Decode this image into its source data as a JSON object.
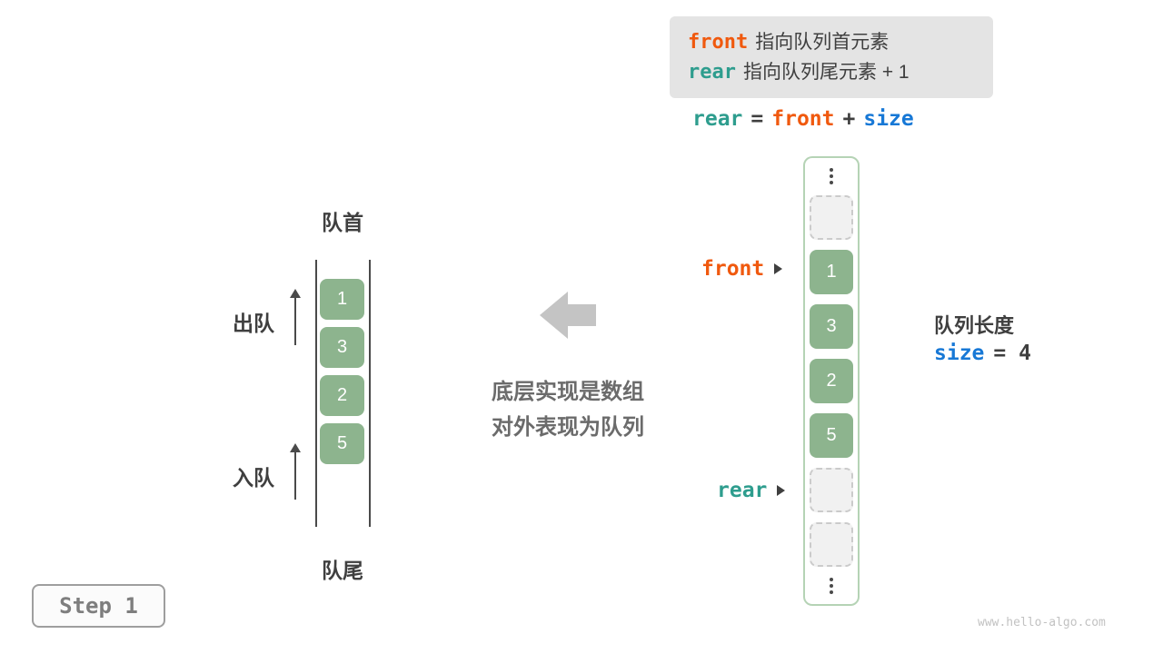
{
  "note_box": {
    "lines": [
      {
        "code": "front",
        "text": "指向队列首元素"
      },
      {
        "code": "rear",
        "text": "指向队列尾元素 + 1"
      }
    ]
  },
  "equation": {
    "lhs": "rear",
    "equals": "=",
    "rhs1": "front",
    "plus": "+",
    "rhs2": "size"
  },
  "pointers": {
    "front": "front",
    "rear": "rear"
  },
  "array": {
    "cells": [
      {
        "value": "",
        "type": "empty"
      },
      {
        "value": "1",
        "type": "filled"
      },
      {
        "value": "3",
        "type": "filled"
      },
      {
        "value": "2",
        "type": "filled"
      },
      {
        "value": "5",
        "type": "filled"
      },
      {
        "value": "",
        "type": "empty"
      },
      {
        "value": "",
        "type": "empty"
      }
    ]
  },
  "size_info": {
    "label": "队列长度",
    "code": "size",
    "value": "= 4"
  },
  "queue": {
    "head": "队首",
    "tail": "队尾",
    "dequeue": "出队",
    "enqueue": "入队",
    "values": [
      "1",
      "3",
      "2",
      "5"
    ]
  },
  "caption": {
    "line1": "底层实现是数组",
    "line2": "对外表现为队列"
  },
  "step": "Step 1",
  "watermark": "www.hello-algo.com",
  "colors": {
    "front_orange": "#F0590E",
    "rear_teal": "#2E9D8E",
    "size_blue": "#1778D6",
    "cell_green": "#8DB48E",
    "note_bg": "#E4E4E4",
    "arrow_gray": "#C4C4C4"
  }
}
